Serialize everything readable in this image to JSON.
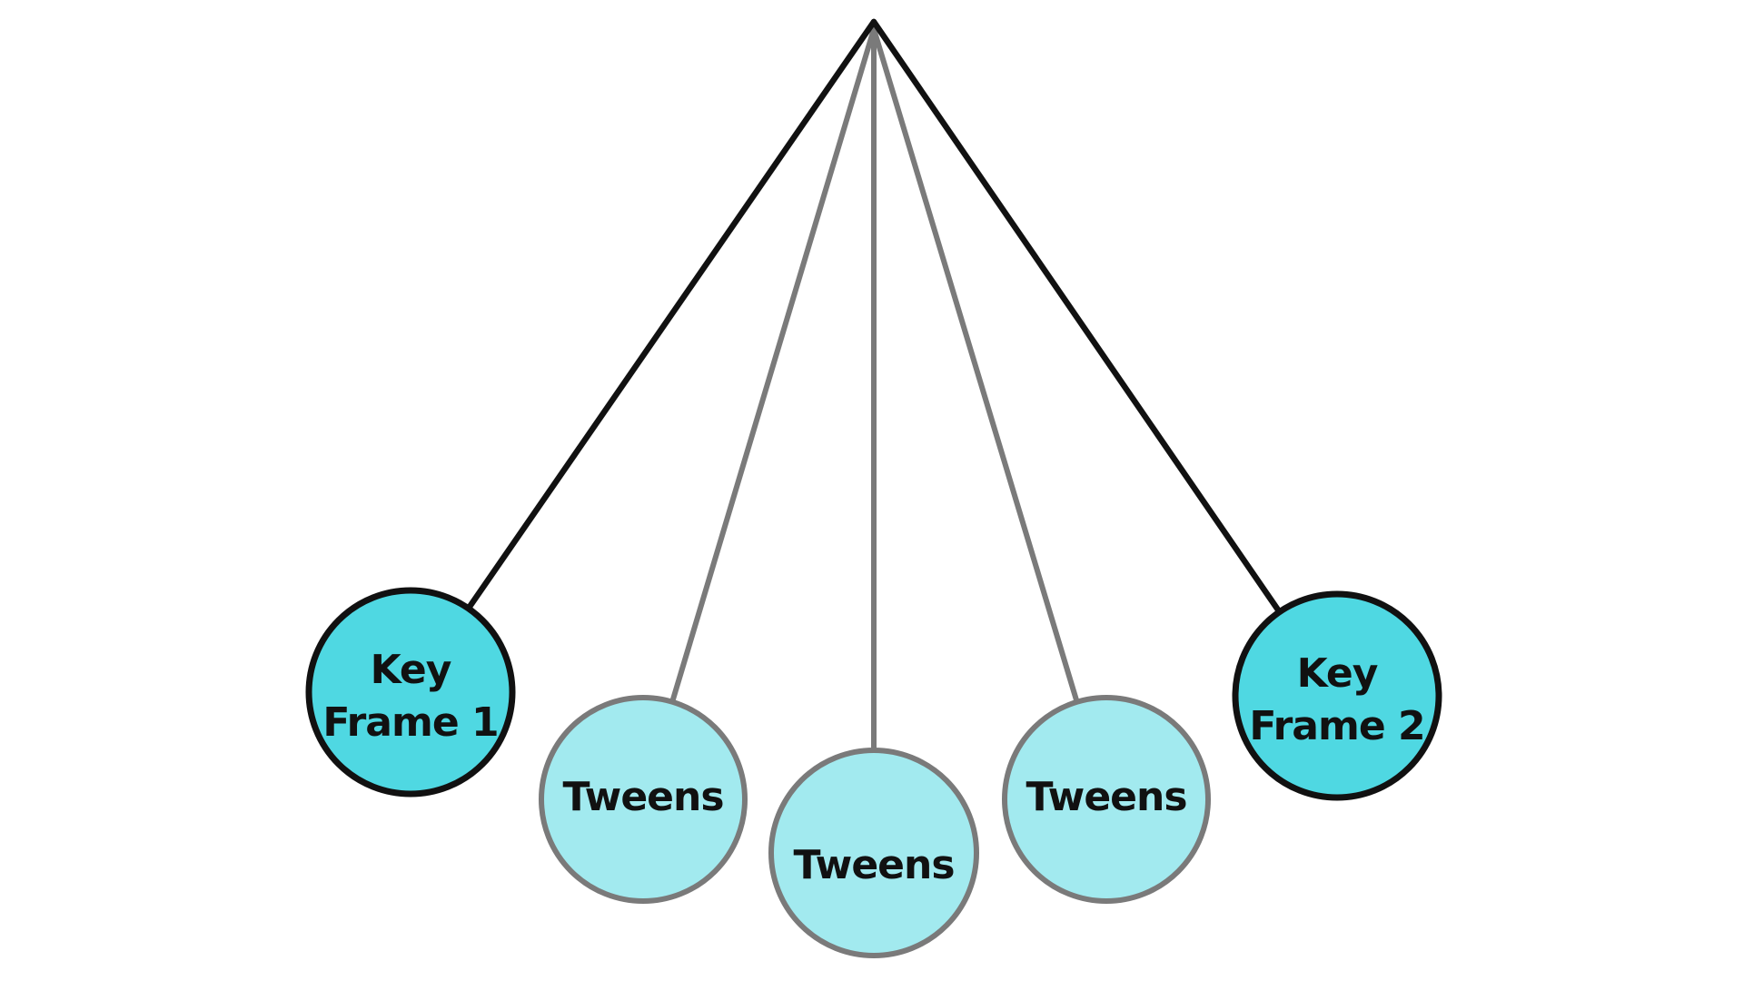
{
  "colors": {
    "background": "#ffffff",
    "keyframe_fill": "#4FD8E2",
    "keyframe_stroke": "#111111",
    "keyframe_string": "#111111",
    "tween_fill": "#A2EAEF",
    "tween_stroke": "#7A7A7A",
    "tween_string": "#7A7A7A",
    "label_text": "#111111"
  },
  "nodes": [
    {
      "type": "keyframe",
      "label": "Key Frame 1",
      "label_lines": [
        "Key",
        "Frame 1"
      ]
    },
    {
      "type": "tween",
      "label": "Tweens",
      "label_lines": [
        "Tweens"
      ]
    },
    {
      "type": "tween",
      "label": "Tweens",
      "label_lines": [
        "Tweens"
      ]
    },
    {
      "type": "tween",
      "label": "Tweens",
      "label_lines": [
        "Tweens"
      ]
    },
    {
      "type": "keyframe",
      "label": "Key Frame 2",
      "label_lines": [
        "Key",
        "Frame 2"
      ]
    }
  ]
}
